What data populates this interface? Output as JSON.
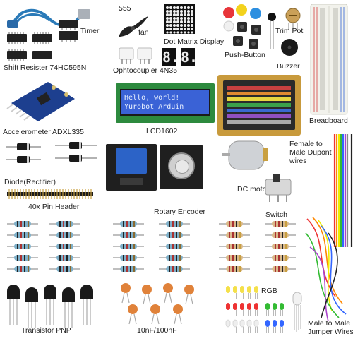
{
  "labels": {
    "timer": "Timer",
    "shift_register": "Shift Resister 74HC595N",
    "number_555": "555",
    "fan": "fan",
    "dot_matrix": "Dot Matrix Display",
    "optocoupler": "Ophtocoupler 4N35",
    "push_button": "Push-Button",
    "trim_pot": "Trim Pot",
    "buzzer": "Buzzer",
    "breadboard": "Breadboard",
    "accelerometer": "Accelerometer ADXL335",
    "lcd": "LCD1602",
    "diode": "Diode(Rectifier)",
    "pin_header": "40x Pin Header",
    "rotary_encoder": "Rotary Encoder",
    "dc_motor": "DC motor",
    "dupont_line1": "Female to",
    "dupont_line2": "Male Dupont",
    "dupont_line3": "wires",
    "switch": "Switch",
    "transistor": "Transistor PNP",
    "capacitor": "10nF/100nF",
    "rgb": "RGB",
    "jumper_line1": "Male to Male",
    "jumper_line2": "Jumper Wires"
  },
  "lcd_text": {
    "line1": "Hello, world!",
    "line2": "Yurobot Arduin"
  },
  "seven_segment": [
    "8.",
    "8."
  ],
  "colors": {
    "pcb_blue": "#1d3f8f",
    "lcd_green": "#9fc03a",
    "relay_blue": "#2c63c7",
    "breadboard": "#f2f2ec",
    "resistor_body": "#7fb0c9",
    "resistor_beige": "#d9b98a"
  }
}
